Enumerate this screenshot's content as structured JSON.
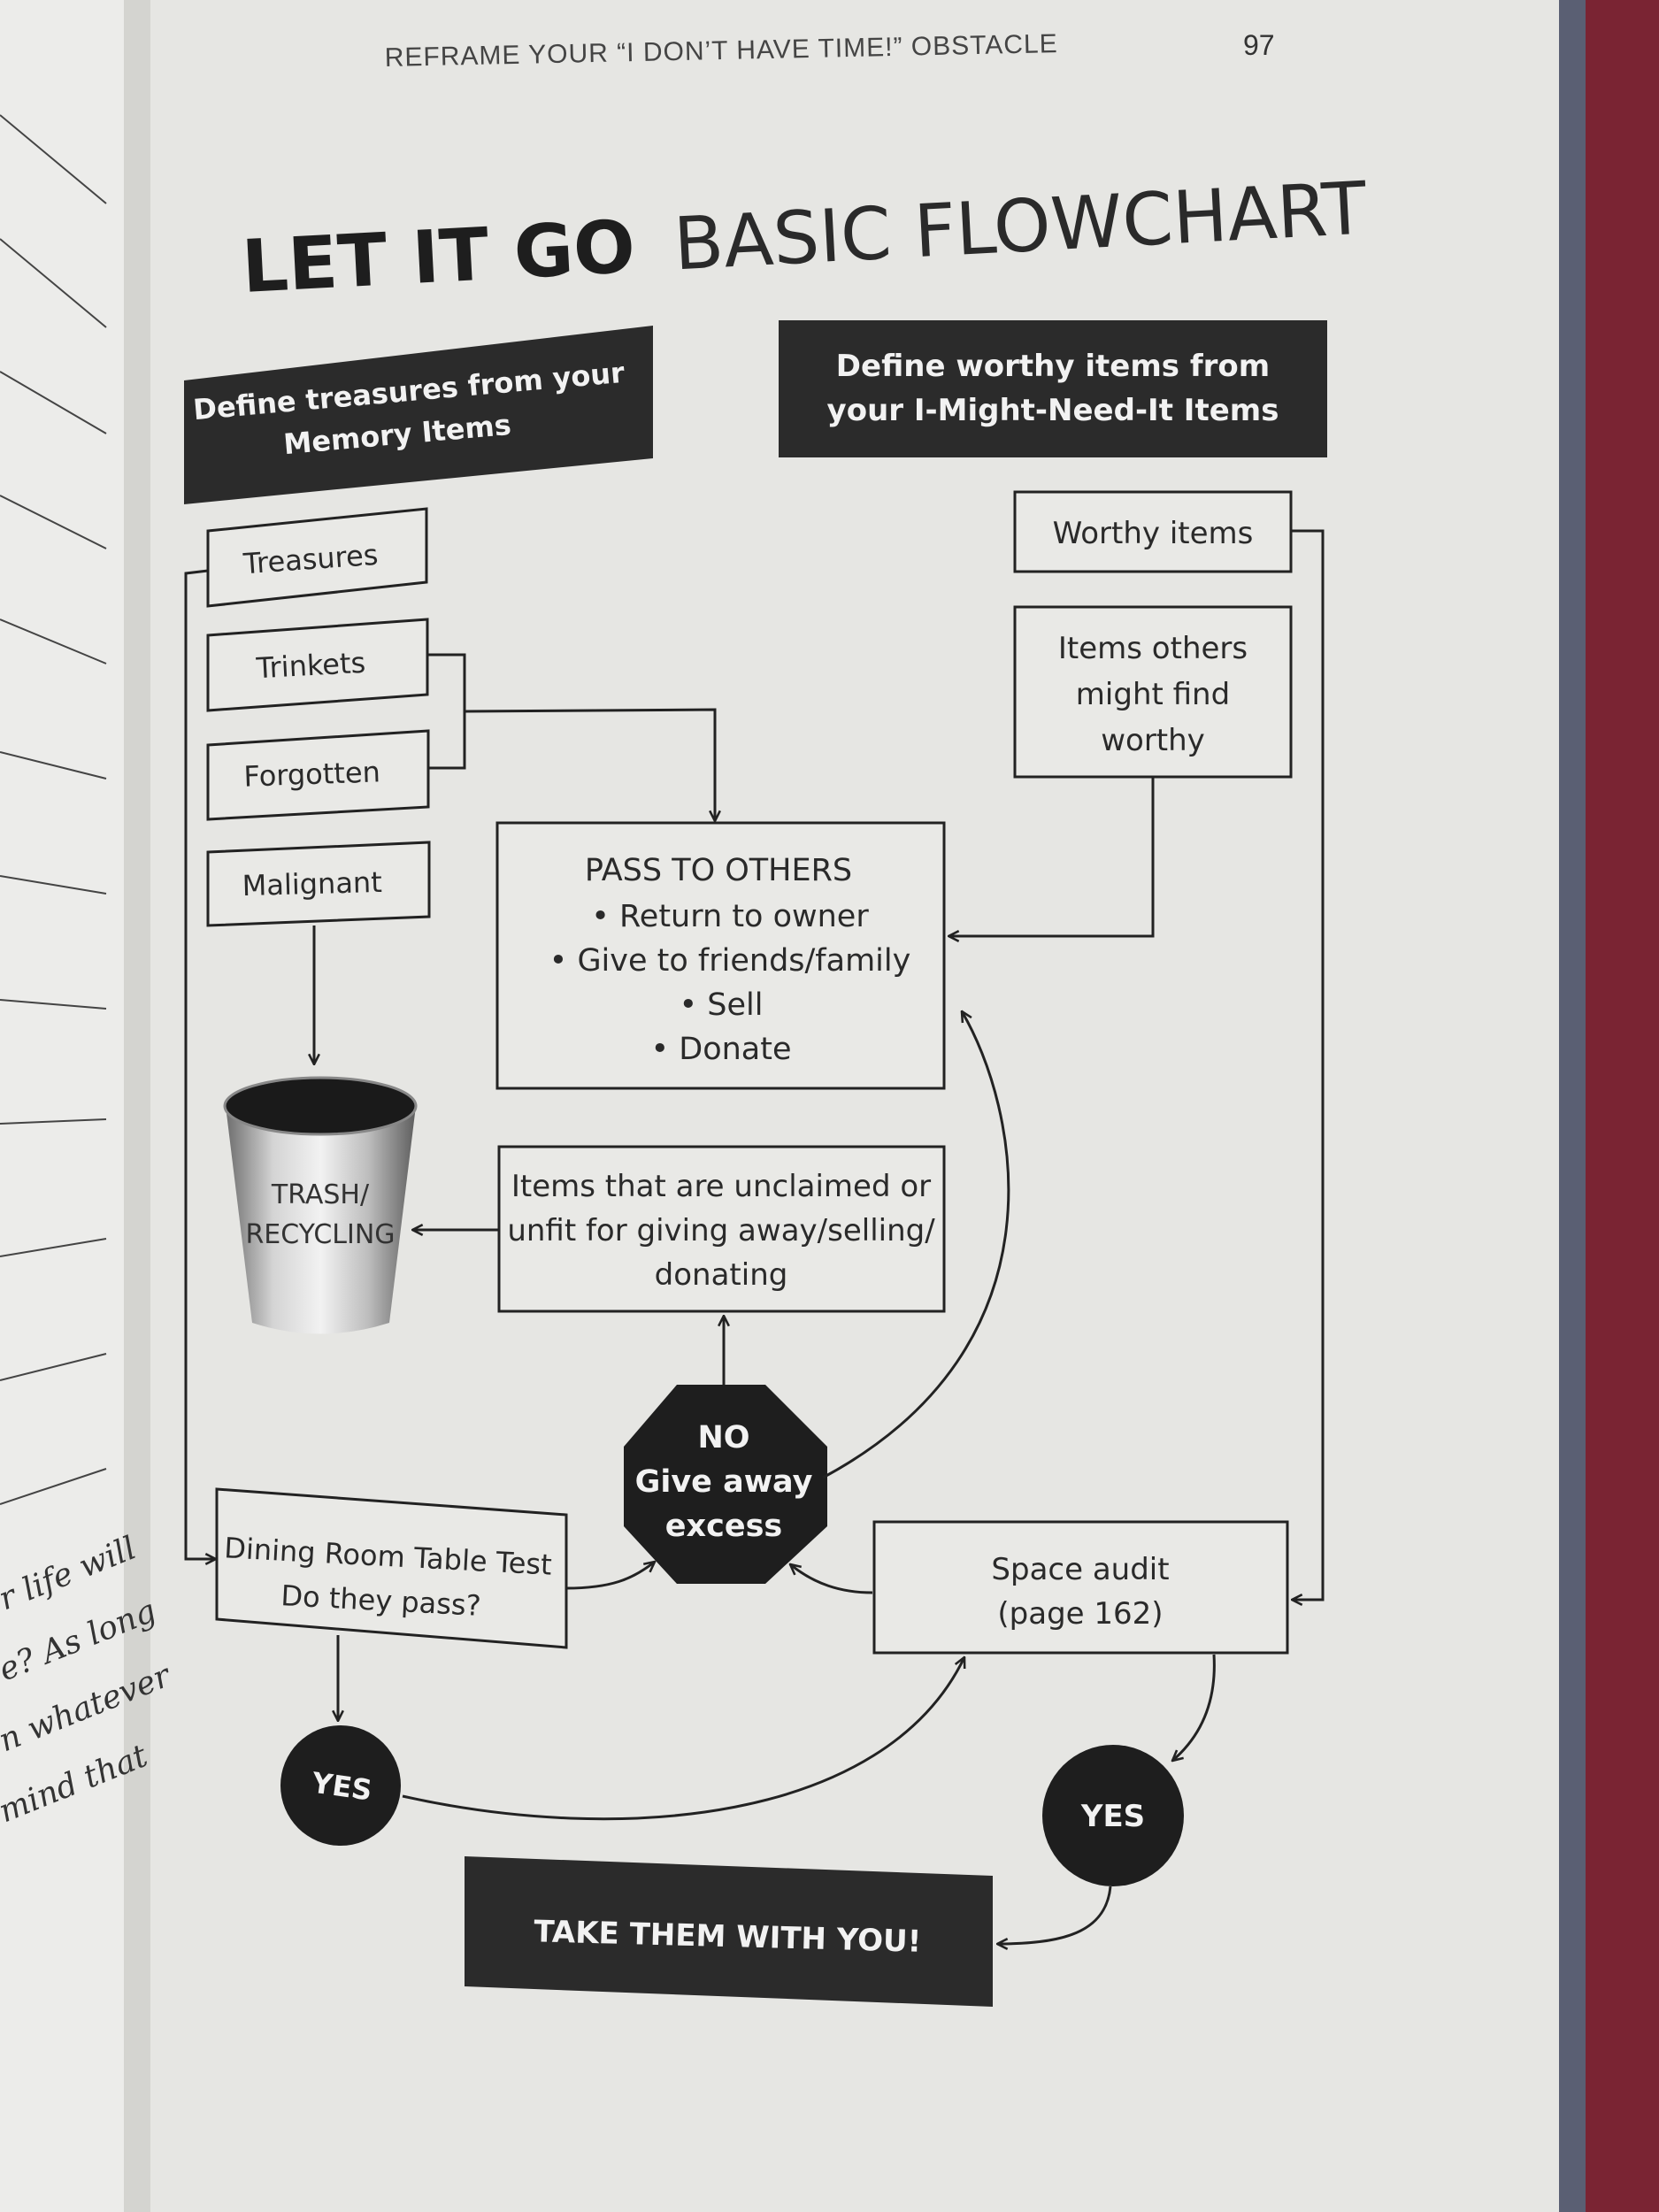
{
  "page": {
    "running_header": "REFRAME YOUR “I DON’T HAVE TIME!” OBSTACLE",
    "page_number": "97"
  },
  "title": {
    "bold": "LET IT GO",
    "light": "BASIC FLOWCHART"
  },
  "banners": {
    "memory_line1": "Define treasures from your",
    "memory_line2": "Memory Items",
    "might_line1": "Define worthy items from",
    "might_line2": "your I-Might-Need-It Items"
  },
  "memory_items": {
    "treasures": "Treasures",
    "trinkets": "Trinkets",
    "forgotten": "Forgotten",
    "malignant": "Malignant"
  },
  "worthy": {
    "worthy_items": "Worthy items",
    "others_line1": "Items others",
    "others_line2": "might find",
    "others_line3": "worthy"
  },
  "pass": {
    "heading": "PASS TO OTHERS",
    "bullets": [
      "Return to owner",
      "Give to friends/family",
      "Sell",
      "Donate"
    ]
  },
  "trash": {
    "line1": "TRASH/",
    "line2": "RECYCLING"
  },
  "unclaimed": {
    "line1": "Items that are unclaimed or",
    "line2": "unfit for giving away/selling/",
    "line3": "donating"
  },
  "no_stop": {
    "line1": "NO",
    "line2": "Give away",
    "line3": "excess"
  },
  "dining": {
    "line1": "Dining Room Table Test",
    "line2": "Do they pass?"
  },
  "space_audit": {
    "line1": "Space audit",
    "line2": "(page 162)"
  },
  "yes_left": "YES",
  "yes_right": "YES",
  "take_them": "TAKE THEM WITH YOU!",
  "left_page": {
    "line1": "r life will",
    "line2": "e? As long",
    "line3": "n whatever",
    "line4": "mind that"
  },
  "colors": {
    "ink": "#1e1e1e",
    "paper": "#e6e6e3",
    "banner": "#2b2b2b",
    "background": "#7a2433"
  }
}
